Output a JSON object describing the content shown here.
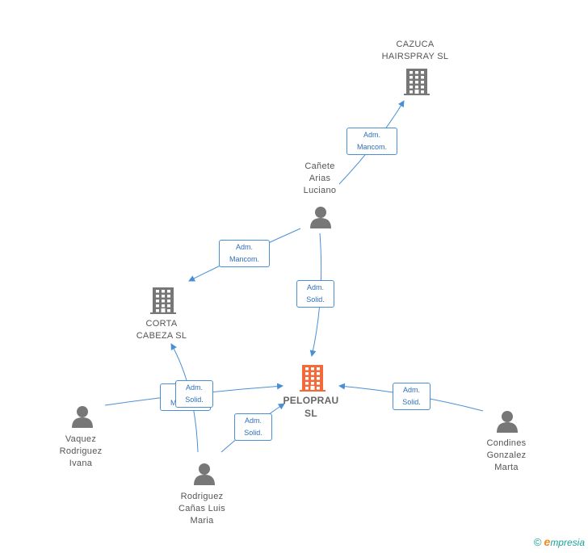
{
  "nodes": {
    "cazuca": {
      "lines": [
        "CAZUCA",
        "HAIRSPRAY SL"
      ],
      "kind": "company"
    },
    "canete": {
      "lines": [
        "Cañete",
        "Arias",
        "Luciano"
      ],
      "kind": "person"
    },
    "corta": {
      "lines": [
        "CORTA",
        "CABEZA SL"
      ],
      "kind": "company"
    },
    "peloprau": {
      "lines": [
        "PELOPRAU",
        "SL"
      ],
      "kind": "company-main"
    },
    "vaquez": {
      "lines": [
        "Vaquez",
        "Rodriguez",
        "Ivana"
      ],
      "kind": "person"
    },
    "rodriguez": {
      "lines": [
        "Rodriguez",
        "Cañas Luis",
        "Maria"
      ],
      "kind": "person"
    },
    "condines": {
      "lines": [
        "Condines",
        "Gonzalez",
        "Marta"
      ],
      "kind": "person"
    }
  },
  "edges": [
    {
      "id": "canete-cazuca",
      "label": [
        "Adm.",
        "Mancom."
      ]
    },
    {
      "id": "canete-corta",
      "label": [
        "Adm.",
        "Mancom."
      ]
    },
    {
      "id": "canete-peloprau",
      "label": [
        "Adm.",
        "Solid."
      ]
    },
    {
      "id": "vaquez-peloprau",
      "label": [
        "Adm.",
        "Mancom."
      ]
    },
    {
      "id": "rodriguez-corta",
      "label": [
        "Adm.",
        "Solid."
      ]
    },
    {
      "id": "rodriguez-peloprau",
      "label": [
        "Adm.",
        "Solid."
      ]
    },
    {
      "id": "condines-peloprau",
      "label": [
        "Adm.",
        "Solid."
      ]
    }
  ],
  "colors": {
    "edge": "#4a8fd6",
    "company": "#777777",
    "main": "#f26a3a",
    "person": "#777777"
  },
  "brand": {
    "copyright": "©",
    "e": "e",
    "rest": "mpresia"
  }
}
